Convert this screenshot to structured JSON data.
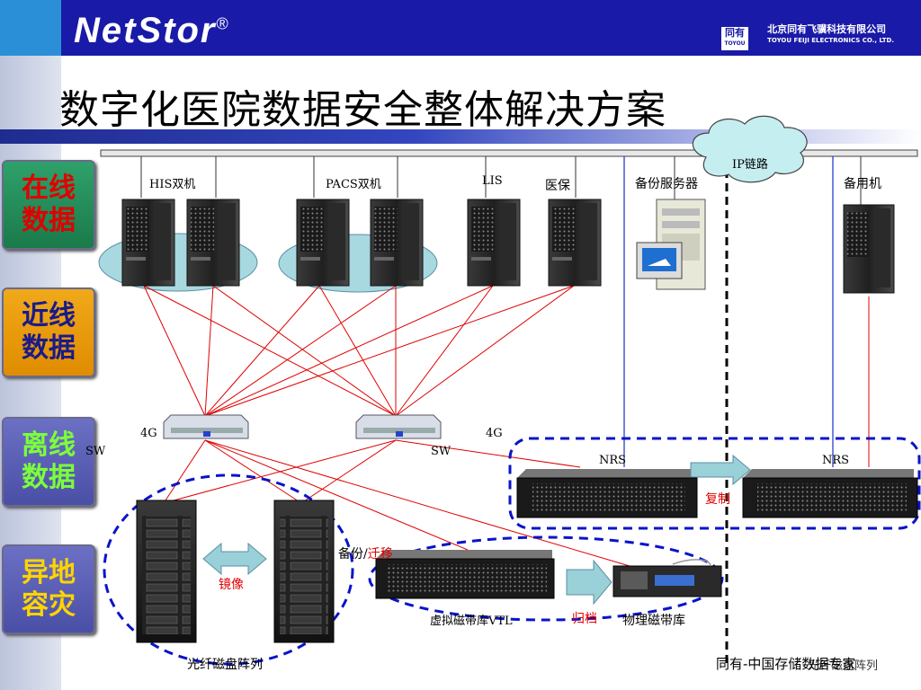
{
  "header": {
    "logo": "NetStor",
    "logo_mark": "®",
    "company_mark": "同有",
    "company_mark_en": "TOYOU",
    "company_name": "北京同有飞骥科技有限公司",
    "company_name_en": "TOYOU FEIJI ELECTRONICS CO., LTD."
  },
  "title": "数字化医院数据安全整体解决方案",
  "sidebar": [
    {
      "line1": "在线",
      "line2": "数据"
    },
    {
      "line1": "近线",
      "line2": "数据"
    },
    {
      "line1": "离线",
      "line2": "数据"
    },
    {
      "line1": "异地",
      "line2": "容灾"
    }
  ],
  "labels": {
    "cloud": "IP链路",
    "his": "HIS双机",
    "pacs": "PACS双机",
    "lis": "LIS",
    "yibao": "医保",
    "backup_server": "备份服务器",
    "standby": "备用机",
    "sw1_speed": "4G",
    "sw1_name": "SW",
    "sw2_speed": "4G",
    "sw2_name": "SW",
    "nrs1": "NRS",
    "nrs2": "NRS",
    "replicate": "复制",
    "backup_migrate_1": "备份/",
    "backup_migrate_2": "迁移",
    "mirror": "镜像",
    "vtl": "虚拟磁带库VTL",
    "archive": "归档",
    "tape": "物理磁带库",
    "fc_array": "光纤磁盘阵列",
    "footer": "同有-中国存储数据专家",
    "footer_overlap": "光纤磁盘阵列"
  },
  "colors": {
    "header_bg": "#1a1aa8",
    "link_red": "#e00000",
    "link_blue": "#1a2ecc",
    "dashed_blue": "#0a14c8"
  }
}
